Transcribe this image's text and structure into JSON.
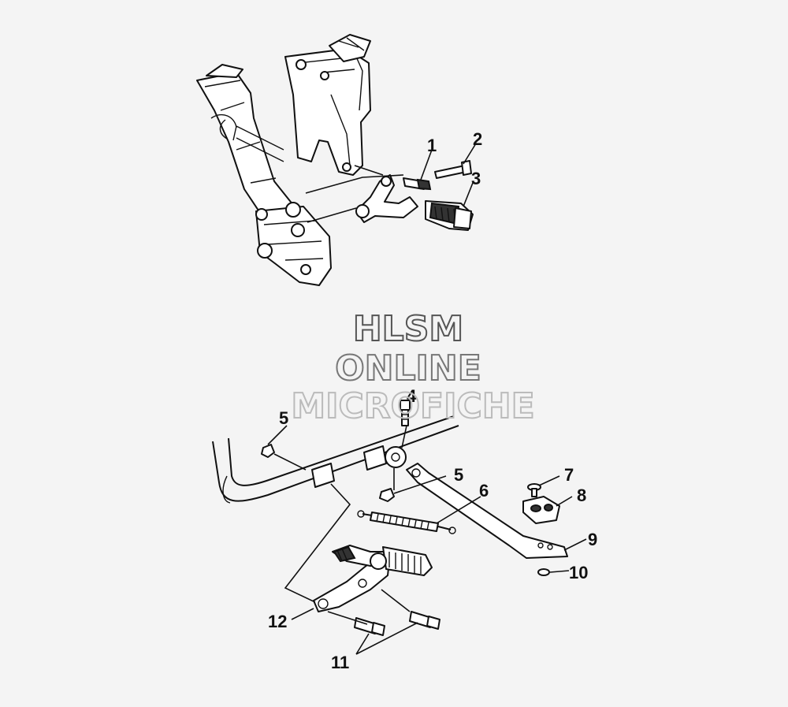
{
  "watermark": {
    "line1": "HLSM",
    "line2": "ONLINE",
    "line3": "MICROFICHE"
  },
  "callouts": {
    "c1": "1",
    "c2": "2",
    "c3": "3",
    "c4": "4",
    "c5a": "5",
    "c5b": "5",
    "c6": "6",
    "c7": "7",
    "c8": "8",
    "c9": "9",
    "c10": "10",
    "c11": "11",
    "c12": "12"
  }
}
